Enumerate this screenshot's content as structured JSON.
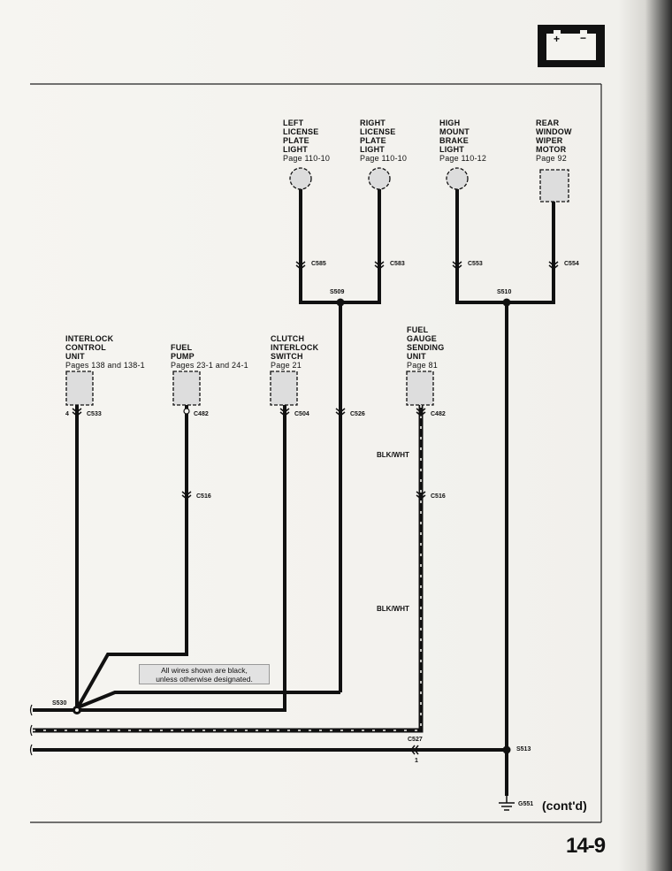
{
  "components": {
    "left_license": {
      "lines": [
        "LEFT",
        "LICENSE",
        "PLATE",
        "LIGHT"
      ],
      "page": "Page 110-10"
    },
    "right_license": {
      "lines": [
        "RIGHT",
        "LICENSE",
        "PLATE",
        "LIGHT"
      ],
      "page": "Page 110-10"
    },
    "high_mount": {
      "lines": [
        "HIGH",
        "MOUNT",
        "BRAKE",
        "LIGHT"
      ],
      "page": "Page 110-12"
    },
    "rear_wiper": {
      "lines": [
        "REAR",
        "WINDOW",
        "WIPER",
        "MOTOR"
      ],
      "page": "Page 92"
    },
    "interlock": {
      "lines": [
        "INTERLOCK",
        "CONTROL",
        "UNIT"
      ],
      "page": "Pages 138 and 138-1"
    },
    "fuel_pump": {
      "lines": [
        "FUEL",
        "PUMP"
      ],
      "page": "Pages 23-1 and 24-1"
    },
    "clutch": {
      "lines": [
        "CLUTCH",
        "INTERLOCK",
        "SWITCH"
      ],
      "page": "Page 21"
    },
    "fuel_gauge": {
      "lines": [
        "FUEL",
        "GAUGE",
        "SENDING",
        "UNIT"
      ],
      "page": "Page 81"
    }
  },
  "connectors": {
    "c585": "C585",
    "c583": "C583",
    "c553": "C553",
    "c554": "C554",
    "s509": "S509",
    "s510": "S510",
    "c533": "C533",
    "c533_pin": "4",
    "c482": "C482",
    "c504": "C504",
    "c526": "C526",
    "c482b": "C482",
    "c516a": "C516",
    "c516b": "C516",
    "s530": "S530",
    "c527": "C527",
    "c527_pin": "1",
    "s513": "S513",
    "g551": "G551"
  },
  "wire_labels": {
    "blk_wht_1": "BLK/WHT",
    "blk_wht_2": "BLK/WHT"
  },
  "note": {
    "line1": "All wires shown are black,",
    "line2": "unless otherwise designated."
  },
  "footer": {
    "contd": "(cont'd)",
    "page_number": "14-9"
  },
  "icons": {
    "battery": "battery-icon"
  }
}
